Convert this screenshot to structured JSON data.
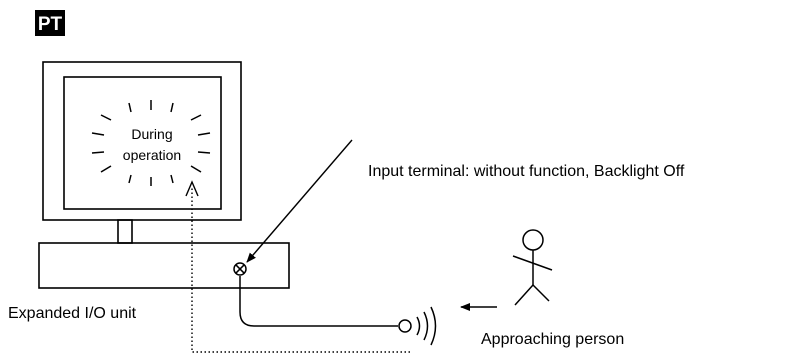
{
  "badge": {
    "text": "PT",
    "bg": "#000000",
    "fg": "#ffffff"
  },
  "screen": {
    "line1": "During",
    "line2": "operation"
  },
  "labels": {
    "input_terminal": "Input terminal: without function, Backlight Off",
    "io_unit": "Expanded I/O unit",
    "person": "Approaching person"
  },
  "icons": [
    "monitor-icon",
    "terminal-icon",
    "sensor-icon",
    "person-icon",
    "arrow-icon"
  ]
}
